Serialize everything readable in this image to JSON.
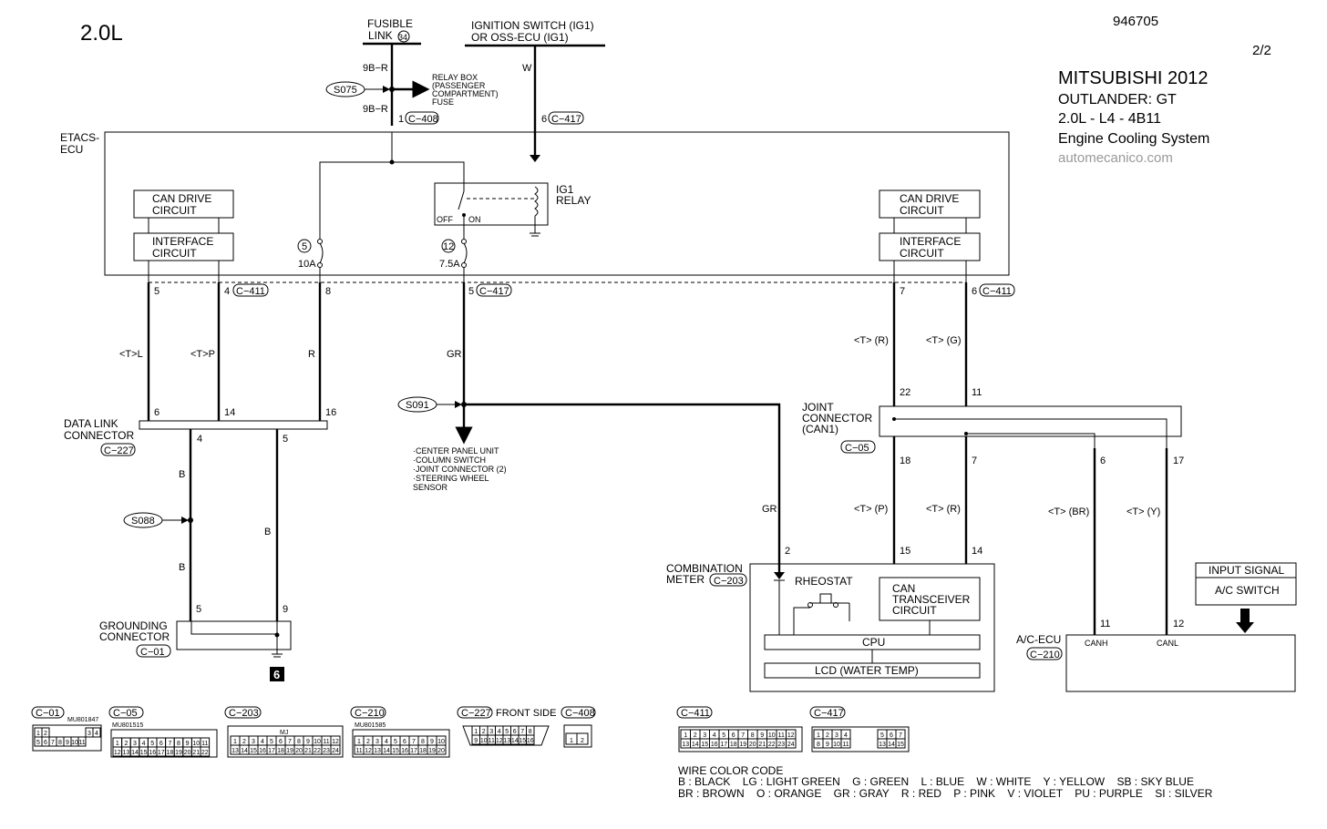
{
  "header": {
    "engine": "2.0L",
    "doc_number": "946705",
    "page": "2/2",
    "make_year": "MITSUBISHI 2012",
    "model": "OUTLANDER: GT",
    "engine_code": "2.0L - L4 - 4B11",
    "system": "Engine Cooling System",
    "site": "automecanico.com"
  },
  "top_sources": {
    "fusible_line1": "FUSIBLE",
    "fusible_line2": "LINK",
    "fusible_num": "34",
    "ign_line1": "IGNITION SWITCH (IG1)",
    "ign_line2": "OR OSS-ECU (IG1)",
    "wire_9br_1": "9B−R",
    "wire_9br_2": "9B−R",
    "wire_w": "W",
    "splice_s075": "S075",
    "relay_box_1": "RELAY BOX",
    "relay_box_2": "(PASSENGER",
    "relay_box_3": "COMPARTMENT)",
    "relay_box_4": "FUSE",
    "pin_1": "1",
    "conn_c408": "C−408",
    "pin_6": "6",
    "conn_c417a": "C−417"
  },
  "etacs": {
    "label1": "ETACS-",
    "label2": "ECU",
    "can_drive_1": "CAN DRIVE",
    "can_drive_2": "CIRCUIT",
    "interface_1": "INTERFACE",
    "interface_2": "CIRCUIT",
    "can_drive_r1": "CAN DRIVE",
    "can_drive_r2": "CIRCUIT",
    "interface_r1": "INTERFACE",
    "interface_r2": "CIRCUIT",
    "relay_1": "IG1",
    "relay_2": "RELAY",
    "relay_off": "OFF",
    "relay_on": "ON",
    "fuse5_num": "5",
    "fuse5_amp": "10A",
    "fuse12_num": "12",
    "fuse12_amp": "7.5A"
  },
  "etacs_pins": {
    "p5": "5",
    "p4": "4",
    "c411a": "C−411",
    "p8": "8",
    "p5b": "5",
    "c417b": "C−417",
    "p7": "7",
    "p6": "6",
    "c411b": "C−411"
  },
  "wires_mid": {
    "tl": "<T>L",
    "tp": "<T>P",
    "r": "R",
    "gr": "GR",
    "tr_r": "<T> (R)",
    "tg": "<T> (G)",
    "gr2": "GR",
    "tp2": "<T> (P)",
    "tr2": "<T> (R)",
    "tbr": "<T> (BR)",
    "ty": "<T> (Y)"
  },
  "s091": {
    "splice": "S091",
    "dest1": "·CENTER PANEL UNIT",
    "dest2": "·COLUMN SWITCH",
    "dest3": "·JOINT CONNECTOR (2)",
    "dest4": "·STEERING WHEEL",
    "dest5": "  SENSOR"
  },
  "dlc": {
    "label1": "DATA LINK",
    "label2": "CONNECTOR",
    "conn": "C−227",
    "p6": "6",
    "p14": "14",
    "p16": "16",
    "p4": "4",
    "p5": "5",
    "wire_b1": "B",
    "wire_b2": "B",
    "wire_b3": "B",
    "splice": "S088"
  },
  "ground": {
    "label1": "GROUNDING",
    "label2": "CONNECTOR",
    "conn": "C−01",
    "p5": "5",
    "p9": "9",
    "ground_num": "6"
  },
  "joint": {
    "label1": "JOINT",
    "label2": "CONNECTOR",
    "label3": "(CAN1)",
    "conn": "C−05",
    "p22": "22",
    "p11": "11",
    "p18": "18",
    "p7": "7",
    "p6": "6",
    "p17": "17"
  },
  "meter": {
    "label1": "COMBINATION",
    "label2": "METER",
    "conn": "C−203",
    "p2": "2",
    "p15": "15",
    "p14": "14",
    "rheostat": "RHEOSTAT",
    "can_t1": "CAN",
    "can_t2": "TRANSCEIVER",
    "can_t3": "CIRCUIT",
    "cpu": "CPU",
    "lcd": "LCD (WATER TEMP)"
  },
  "ac": {
    "label": "A/C-ECU",
    "conn": "C−210",
    "p11": "11",
    "p12": "12",
    "canh": "CANH",
    "canl": "CANL",
    "input_signal": "INPUT SIGNAL",
    "ac_switch": "A/C SWITCH"
  },
  "connector_views": {
    "c01": "C−01",
    "c01_part": "MU801847",
    "c05": "C−05",
    "c05_part": "MU801515",
    "c203": "C−203",
    "c203_mj": "MJ",
    "c210": "C−210",
    "c210_part": "MU801585",
    "c227": "C−227",
    "front_side": "FRONT SIDE",
    "c408": "C−408",
    "c411": "C−411",
    "c417": "C−417"
  },
  "wire_colors": {
    "title": "WIRE COLOR CODE",
    "line1": "B : BLACK    LG : LIGHT GREEN    G : GREEN    L : BLUE    W : WHITE    Y : YELLOW    SB : SKY BLUE",
    "line2": "BR : BROWN    O : ORANGE    GR : GRAY    R : RED    P : PINK    V : VIOLET    PU : PURPLE    SI : SILVER"
  }
}
